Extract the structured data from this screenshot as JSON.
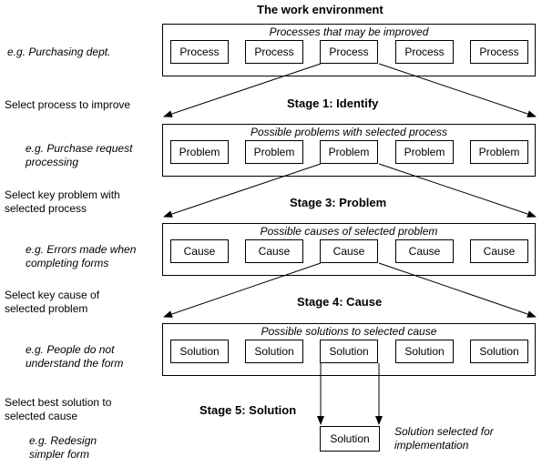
{
  "title": "The work environment",
  "rows": [
    {
      "example": "e.g. Purchasing dept.",
      "header": "Processes that may be improved",
      "boxes": [
        "Process",
        "Process",
        "Process",
        "Process",
        "Process"
      ]
    },
    {
      "example": "e.g. Purchase request processing",
      "header": "Possible problems with selected process",
      "boxes": [
        "Problem",
        "Problem",
        "Problem",
        "Problem",
        "Problem"
      ]
    },
    {
      "example": "e.g. Errors made when completing forms",
      "header": "Possible causes of selected problem",
      "boxes": [
        "Cause",
        "Cause",
        "Cause",
        "Cause",
        "Cause"
      ]
    },
    {
      "example": "e.g. People do not understand the form",
      "header": "Possible solutions to selected cause",
      "boxes": [
        "Solution",
        "Solution",
        "Solution",
        "Solution",
        "Solution"
      ]
    }
  ],
  "steps": [
    {
      "instruction": "Select process to improve",
      "stage": "Stage 1: Identify"
    },
    {
      "instruction": "Select key problem with selected process",
      "stage": "Stage 3: Problem"
    },
    {
      "instruction": "Select key cause of selected problem",
      "stage": "Stage 4: Cause"
    },
    {
      "instruction": "Select best solution to selected cause",
      "stage": "Stage 5: Solution"
    }
  ],
  "final": {
    "example": "e.g. Redesign simpler form",
    "box": "Solution",
    "note": "Solution selected for implementation"
  }
}
